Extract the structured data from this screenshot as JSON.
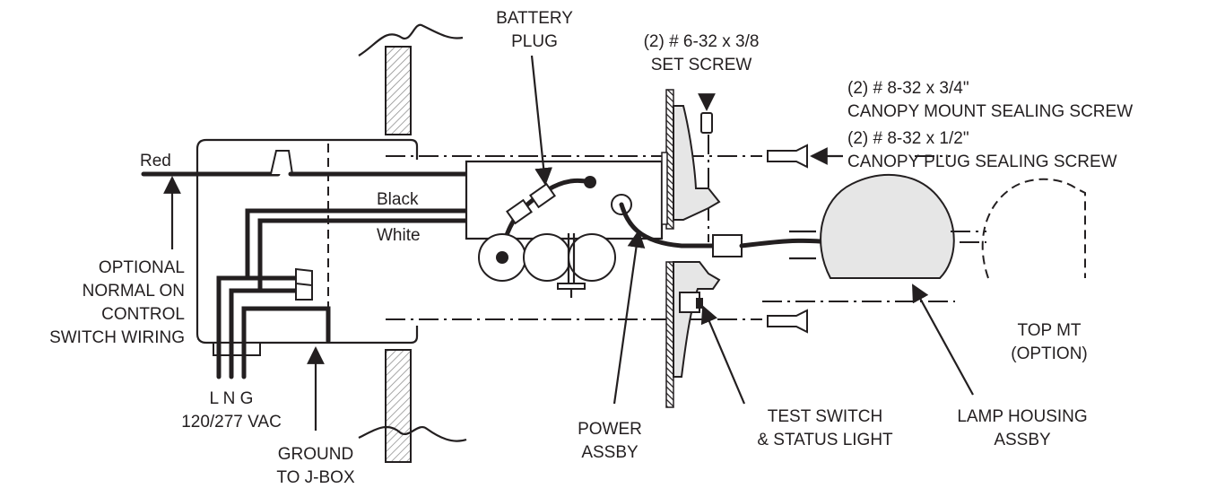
{
  "labels": {
    "battery_plug": [
      "BATTERY",
      "PLUG"
    ],
    "set_screw": [
      "(2) # 6-32 x 3/8",
      "SET SCREW"
    ],
    "canopy_mount_screw": [
      "(2) # 8-32 x 3/4\"",
      "CANOPY MOUNT SEALING SCREW"
    ],
    "canopy_plug_screw": [
      "(2) # 8-32 x 1/2\"",
      "CANOPY PLUG SEALING SCREW"
    ],
    "red_wire": "Red",
    "black_wire": "Black",
    "white_wire": "White",
    "optional_switch": [
      "OPTIONAL",
      "NORMAL ON",
      "CONTROL",
      "SWITCH WIRING"
    ],
    "lng": "L N G",
    "voltage": "120/277 VAC",
    "ground": [
      "GROUND",
      "TO J-BOX"
    ],
    "power_assby": [
      "POWER",
      "ASSBY"
    ],
    "test_switch": [
      "TEST SWITCH",
      "& STATUS LIGHT"
    ],
    "lamp_housing": [
      "LAMP HOUSING",
      "ASSBY"
    ],
    "top_mt": [
      "TOP MT",
      "(OPTION)"
    ]
  }
}
